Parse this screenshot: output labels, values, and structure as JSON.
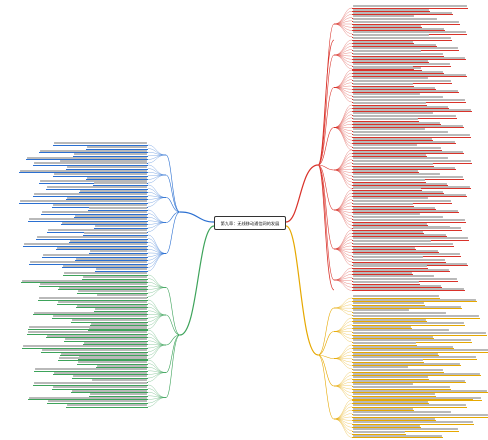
{
  "root": {
    "title": "第九章：无线移动通信网的发展"
  },
  "branches": [
    {
      "id": "b1",
      "label": "",
      "color": "#d9322a"
    },
    {
      "id": "b2",
      "label": "",
      "color": "#e6a800"
    },
    {
      "id": "b3",
      "label": "",
      "color": "#2a6fd1"
    },
    {
      "id": "b4",
      "label": "",
      "color": "#3da35a"
    }
  ]
}
